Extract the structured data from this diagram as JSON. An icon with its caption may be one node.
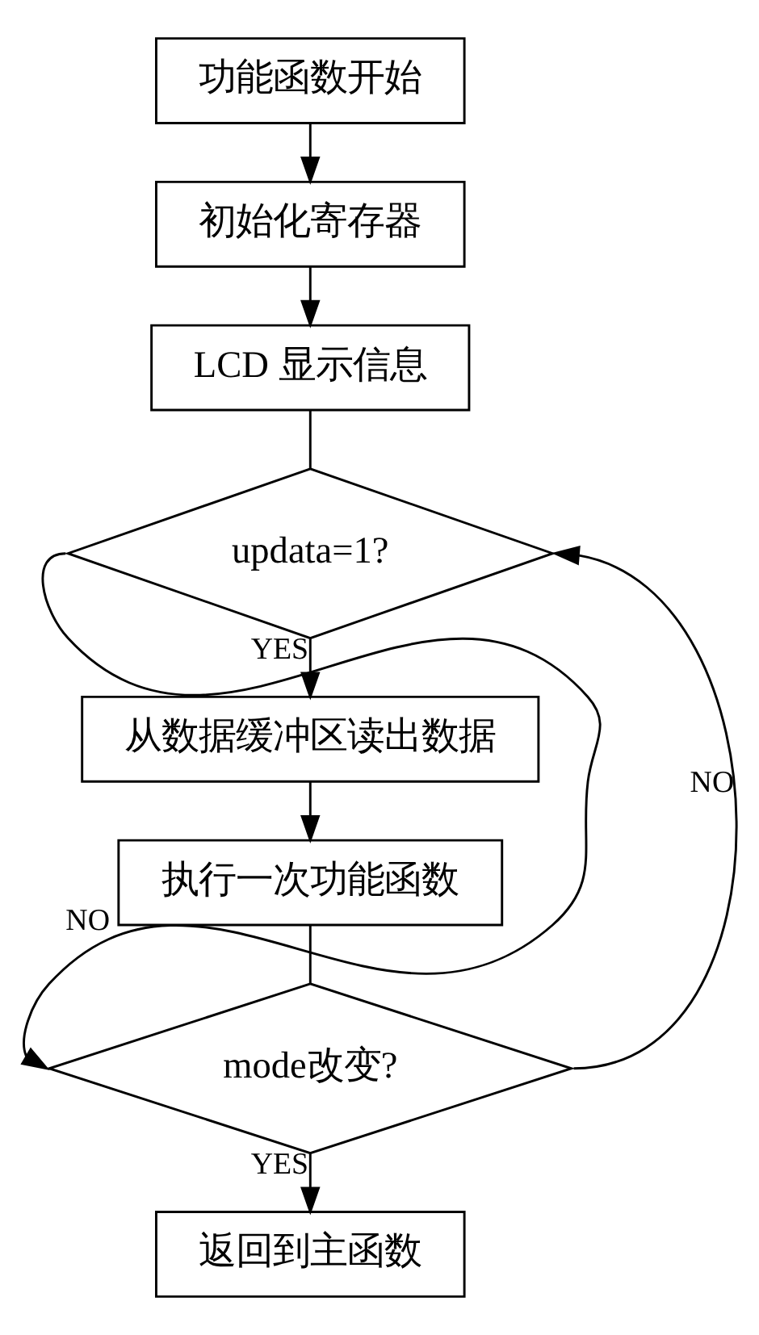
{
  "diagram": {
    "nodes": [
      {
        "text": [
          "功能函数开始"
        ]
      },
      {
        "text": [
          "初始化寄存器"
        ]
      },
      {
        "text": [
          "LCD 显示信息"
        ]
      },
      {
        "text": [
          "updata=1?"
        ]
      },
      {
        "text": [
          "从数据缓冲区读出数据"
        ]
      },
      {
        "text": [
          "执行一次功能函数"
        ]
      },
      {
        "text": [
          "mode改变?"
        ]
      },
      {
        "text": [
          "返回到主函数"
        ]
      }
    ],
    "edges": [
      {
        "from": 0,
        "to": 1,
        "arrow": "to"
      },
      {
        "from": 1,
        "to": 2,
        "arrow": "to"
      },
      {
        "from": 2,
        "to": 3,
        "arrow": "none"
      },
      {
        "from": 3,
        "to": 4,
        "arrow": "to",
        "label": "YES"
      },
      {
        "from": 4,
        "to": 5,
        "arrow": "to"
      },
      {
        "from": 5,
        "to": 6,
        "arrow": "none"
      },
      {
        "from": 3,
        "to": 6,
        "arrow": "to",
        "label": "NO"
      },
      {
        "from": 6,
        "to": 3,
        "arrow": "to",
        "label": "NO"
      },
      {
        "from": 6,
        "to": 7,
        "arrow": "to",
        "label": "YES"
      }
    ]
  }
}
